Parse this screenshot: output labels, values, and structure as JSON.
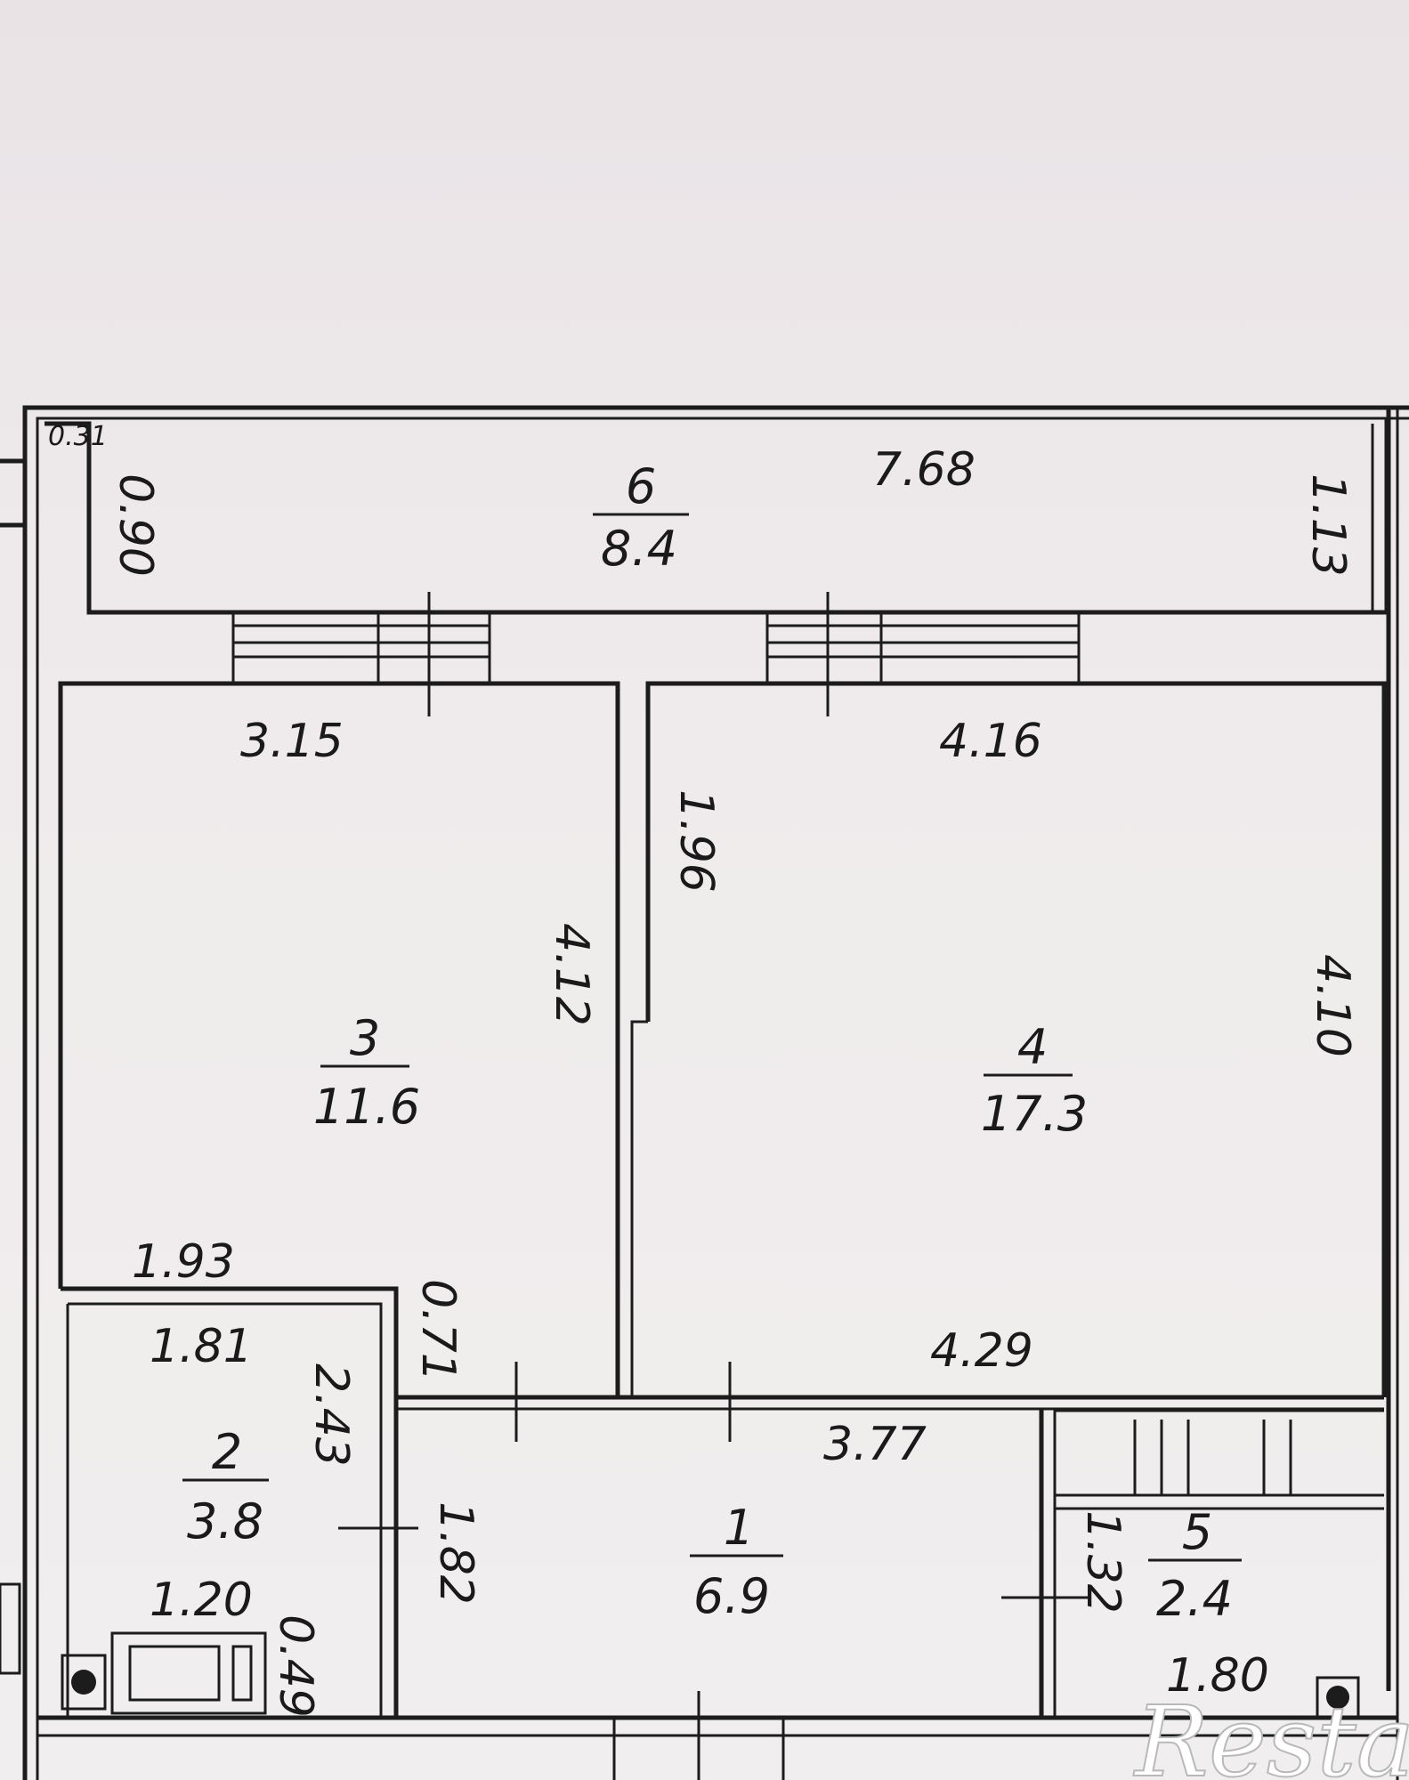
{
  "rooms": [
    {
      "id": "room-1",
      "number": "1",
      "area": "6.9"
    },
    {
      "id": "room-2",
      "number": "2",
      "area": "3.8"
    },
    {
      "id": "room-3",
      "number": "3",
      "area": "11.6"
    },
    {
      "id": "room-4",
      "number": "4",
      "area": "17.3"
    },
    {
      "id": "room-5",
      "number": "5",
      "area": "2.4"
    },
    {
      "id": "room-6",
      "number": "6",
      "area": "8.4"
    }
  ],
  "dimensions": {
    "d_0_31": "0.31",
    "d_7_68": "7.68",
    "d_0_90": "0.90",
    "d_1_13": "1.13",
    "d_3_15": "3.15",
    "d_4_16": "4.16",
    "d_1_96": "1.96",
    "d_4_12": "4.12",
    "d_4_10": "4.10",
    "d_1_93": "1.93",
    "d_1_81": "1.81",
    "d_0_71": "0.71",
    "d_4_29": "4.29",
    "d_2_43": "2.43",
    "d_3_77": "3.77",
    "d_1_82": "1.82",
    "d_1_32": "1.32",
    "d_1_20": "1.20",
    "d_0_49": "0.49",
    "d_1_80": "1.80"
  },
  "watermark": "Restate"
}
